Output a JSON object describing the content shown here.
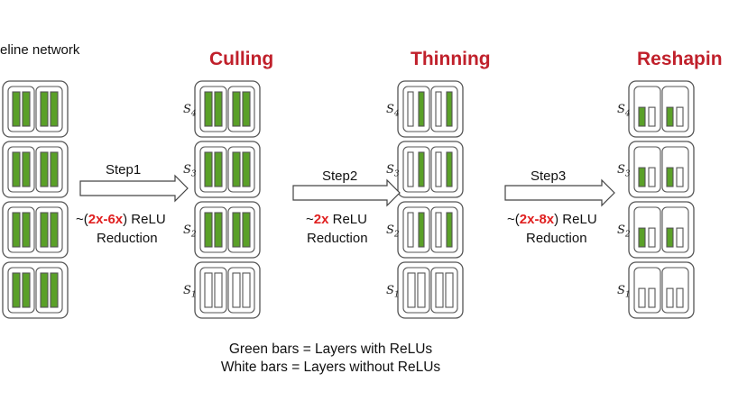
{
  "baseline_label": "eline network",
  "stage_titles": [
    "Culling",
    "Thinning",
    "Reshapin"
  ],
  "stage_labels": [
    "S",
    "S",
    "S",
    "S"
  ],
  "stage_subs": [
    "4",
    "3",
    "2",
    "1"
  ],
  "steps": [
    {
      "name": "Step1",
      "prefix": "~(",
      "highlight": "2x-6x",
      "suffix": ") ReLU",
      "line2": "Reduction"
    },
    {
      "name": "Step2",
      "prefix": "~",
      "highlight": "2x",
      "suffix": " ReLU",
      "line2": "Reduction"
    },
    {
      "name": "Step3",
      "prefix": "~(",
      "highlight": "2x-8x",
      "suffix": ") ReLU",
      "line2": "Reduction"
    }
  ],
  "legend": {
    "green": "Green bars = Layers with ReLUs",
    "white": "White bars = Layers without ReLUs"
  },
  "colors": {
    "green": "#5aa028",
    "title_red": "#c0202b",
    "highlight_red": "#e02020",
    "outline": "#555555"
  }
}
